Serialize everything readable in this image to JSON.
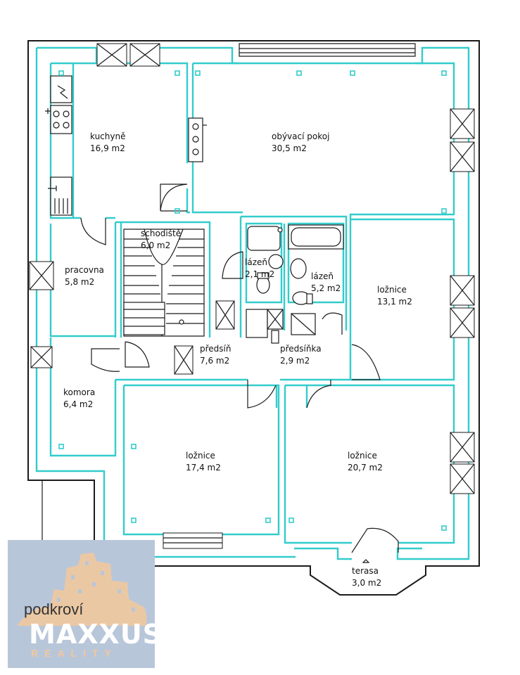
{
  "rooms": {
    "kuchyne": {
      "name": "kuchyně",
      "area": "16,9 m2"
    },
    "obyvaci": {
      "name": "obývací pokoj",
      "area": "30,5 m2"
    },
    "schodiste": {
      "name": "schodiště",
      "area": "6,0 m2"
    },
    "pracovna": {
      "name": "pracovna",
      "area": "5,8 m2"
    },
    "lazen1": {
      "name": "lázeň",
      "area": "2,1 m2"
    },
    "lazen2": {
      "name": "lázeň",
      "area": "5,2 m2"
    },
    "loznice_right": {
      "name": "ložnice",
      "area": "13,1 m2"
    },
    "predsin": {
      "name": "předsíň",
      "area": "7,6 m2"
    },
    "predsinka": {
      "name": "předsíňka",
      "area": "2,9 m2"
    },
    "komora": {
      "name": "komora",
      "area": "6,4 m2"
    },
    "loznice_mid": {
      "name": "ložnice",
      "area": "17,4 m2"
    },
    "loznice_big": {
      "name": "ložnice",
      "area": "20,7 m2"
    },
    "terasa": {
      "name": "terasa",
      "area": "3,0 m2"
    }
  },
  "logo": {
    "sub": "podkroví",
    "main": "MAXXUS",
    "tag": "REALITY",
    "bg_color": "#b8c6da",
    "accent_color": "#f3c89a"
  },
  "colors": {
    "wall": "#1a1a1a",
    "inner_line": "#33cccc"
  }
}
